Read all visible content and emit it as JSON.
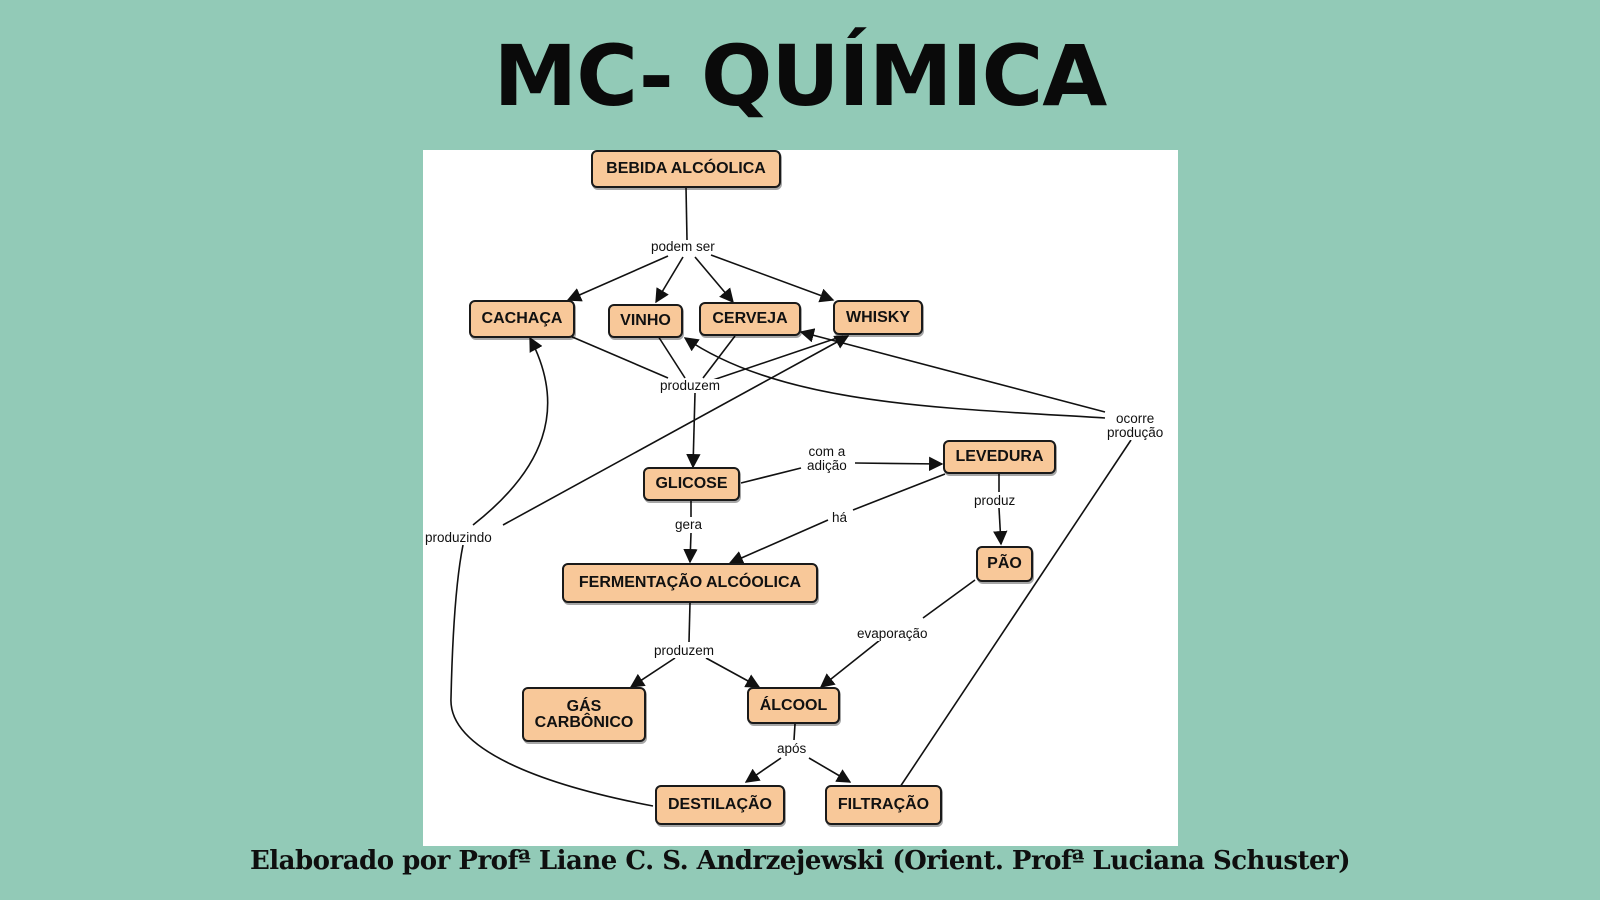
{
  "title": "MC- QUÍMICA",
  "footer": "Elaborado por Profª Liane C. S. Andrzejewski (Orient. Profª Luciana Schuster)",
  "colors": {
    "background": "#92cab7",
    "node_fill": "#f8c899",
    "node_border": "#1a1a1a"
  },
  "concept_map": {
    "nodes": {
      "bebida": "BEBIDA ALCÓOLICA",
      "cachaca": "CACHAÇA",
      "vinho": "VINHO",
      "cerveja": "CERVEJA",
      "whisky": "WHISKY",
      "glicose": "GLICOSE",
      "levedura": "LEVEDURA",
      "fermentacao": "FERMENTAÇÃO ALCÓOLICA",
      "pao": "PÃO",
      "gas_line1": "GÁS",
      "gas_line2": "CARBÔNICO",
      "alcool": "ÁLCOOL",
      "destilacao": "DESTILAÇÃO",
      "filtracao": "FILTRAÇÃO"
    },
    "links": {
      "podem_ser": "podem ser",
      "produzem_1": "produzem",
      "com_a_line1": "com a",
      "com_a_line2": "adição",
      "ocorre_line1": "ocorre",
      "ocorre_line2": "produção",
      "ha": "há",
      "produz": "produz",
      "gera": "gera",
      "produzindo": "produzindo",
      "evaporacao": "evaporação",
      "produzem_2": "produzem",
      "apos": "após"
    }
  }
}
